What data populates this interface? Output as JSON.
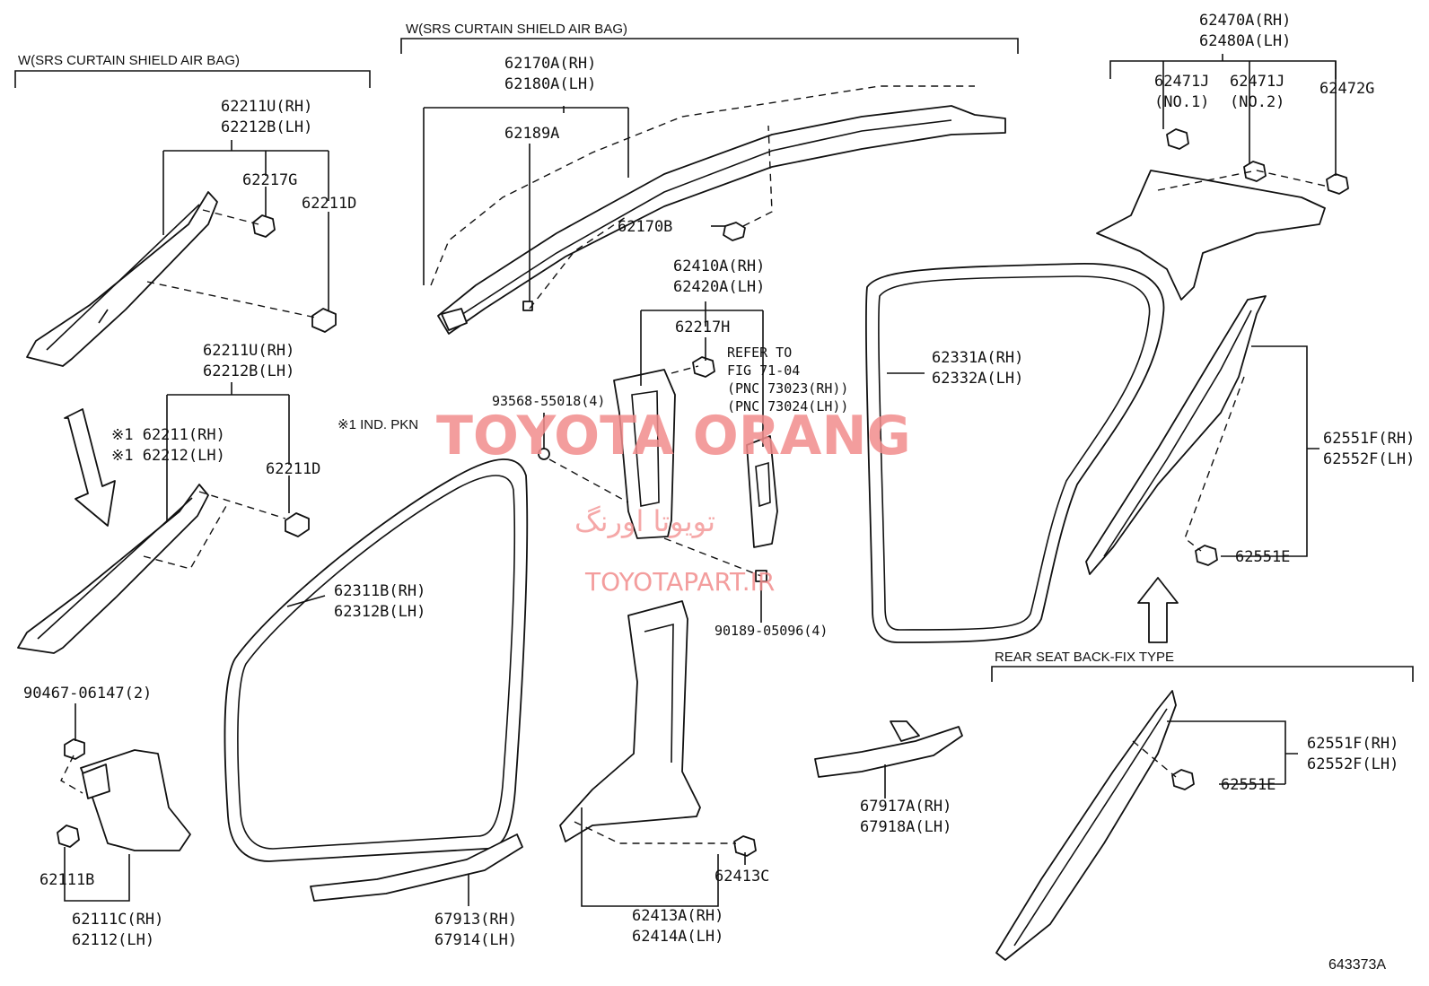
{
  "sections": [
    {
      "id": "srs-left",
      "text": "W(SRS CURTAIN SHIELD AIR BAG)"
    },
    {
      "id": "srs-top",
      "text": "W(SRS CURTAIN SHIELD AIR BAG)"
    },
    {
      "id": "rear-seat",
      "text": "REAR SEAT BACK-FIX TYPE"
    },
    {
      "id": "ind-pkn",
      "text": "※1 IND. PKN"
    }
  ],
  "labels": [
    {
      "id": "l1",
      "lines": [
        "62211U(RH)",
        "62212B(LH)"
      ]
    },
    {
      "id": "l2",
      "lines": [
        "62217G"
      ]
    },
    {
      "id": "l3",
      "lines": [
        "62211D"
      ]
    },
    {
      "id": "l4",
      "lines": [
        "62211U(RH)",
        "62212B(LH)"
      ]
    },
    {
      "id": "l5",
      "lines": [
        "※1 62211(RH)",
        "※1 62212(LH)"
      ]
    },
    {
      "id": "l6",
      "lines": [
        "62211D"
      ]
    },
    {
      "id": "l7",
      "lines": [
        "90467-06147(2)"
      ]
    },
    {
      "id": "l8",
      "lines": [
        "62111B"
      ]
    },
    {
      "id": "l9",
      "lines": [
        "62111C(RH)",
        "62112(LH)"
      ]
    },
    {
      "id": "l10",
      "lines": [
        "62170A(RH)",
        "62180A(LH)"
      ]
    },
    {
      "id": "l11",
      "lines": [
        "62189A"
      ]
    },
    {
      "id": "l12",
      "lines": [
        "62170B"
      ]
    },
    {
      "id": "l13",
      "lines": [
        "62410A(RH)",
        "62420A(LH)"
      ]
    },
    {
      "id": "l14",
      "lines": [
        "62217H"
      ]
    },
    {
      "id": "l15",
      "lines": [
        "REFER TO",
        "FIG 71-04",
        "(PNC 73023(RH))",
        "(PNC 73024(LH))"
      ]
    },
    {
      "id": "l16",
      "lines": [
        "93568-55018(4)"
      ]
    },
    {
      "id": "l17",
      "lines": [
        "90189-05096(4)"
      ]
    },
    {
      "id": "l18",
      "lines": [
        "62311B(RH)",
        "62312B(LH)"
      ]
    },
    {
      "id": "l19",
      "lines": [
        "67913(RH)",
        "67914(LH)"
      ]
    },
    {
      "id": "l20",
      "lines": [
        "62413C"
      ]
    },
    {
      "id": "l21",
      "lines": [
        "62413A(RH)",
        "62414A(LH)"
      ]
    },
    {
      "id": "l22",
      "lines": [
        "62331A(RH)",
        "62332A(LH)"
      ]
    },
    {
      "id": "l23",
      "lines": [
        "67917A(RH)",
        "67918A(LH)"
      ]
    },
    {
      "id": "l24",
      "lines": [
        "62470A(RH)",
        "62480A(LH)"
      ]
    },
    {
      "id": "l25",
      "lines": [
        "62471J",
        "(NO.1)"
      ]
    },
    {
      "id": "l26",
      "lines": [
        "62471J",
        "(NO.2)"
      ]
    },
    {
      "id": "l27",
      "lines": [
        "62472G"
      ]
    },
    {
      "id": "l28",
      "lines": [
        "62551F(RH)",
        "62552F(LH)"
      ]
    },
    {
      "id": "l29",
      "lines": [
        "62551E"
      ]
    },
    {
      "id": "l30",
      "lines": [
        "62551F(RH)",
        "62552F(LH)"
      ]
    },
    {
      "id": "l31",
      "lines": [
        "62551E"
      ]
    }
  ],
  "watermark": {
    "brand": "TOYOTA ORANG",
    "persian": "تویوتا اورنگ",
    "site": "TOYOTAPART.IR"
  },
  "figure_id": "643373A"
}
